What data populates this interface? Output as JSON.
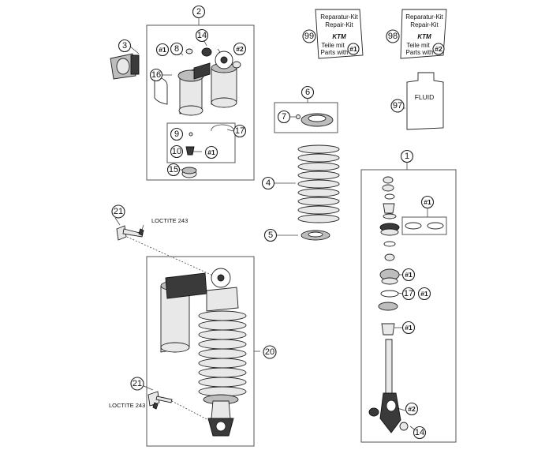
{
  "callouts": {
    "c1": "1",
    "c2": "2",
    "c3": "3",
    "c4": "4",
    "c5": "5",
    "c6": "6",
    "c7": "7",
    "c8": "8",
    "c9": "9",
    "c10": "10",
    "c14a": "14",
    "c14b": "14",
    "c15": "15",
    "c16": "16",
    "c17a": "17",
    "c17b": "17",
    "c20": "20",
    "c21a": "21",
    "c21b": "21",
    "c97": "97",
    "c98": "98",
    "c99": "99"
  },
  "hash": {
    "h1a": "#1",
    "h2a": "#2",
    "h1b": "#1",
    "h1c": "#1",
    "h1d": "#1",
    "h1e": "#1",
    "h1f": "#1",
    "h2b": "#2",
    "h1kit": "#1",
    "h2kit": "#2"
  },
  "kit_99": {
    "line1": "Reparatur-Kit",
    "line2": "Repair-Kit",
    "line3": "Teile mit",
    "line4": "Parts with"
  },
  "kit_98": {
    "line1": "Reparatur-Kit",
    "line2": "Repair-Kit",
    "line3": "Teile mit",
    "line4": "Parts with"
  },
  "fluid_label": "FLUID",
  "loctite_top": "LOCTITE 243",
  "loctite_bottom": "LOCTITE 243"
}
